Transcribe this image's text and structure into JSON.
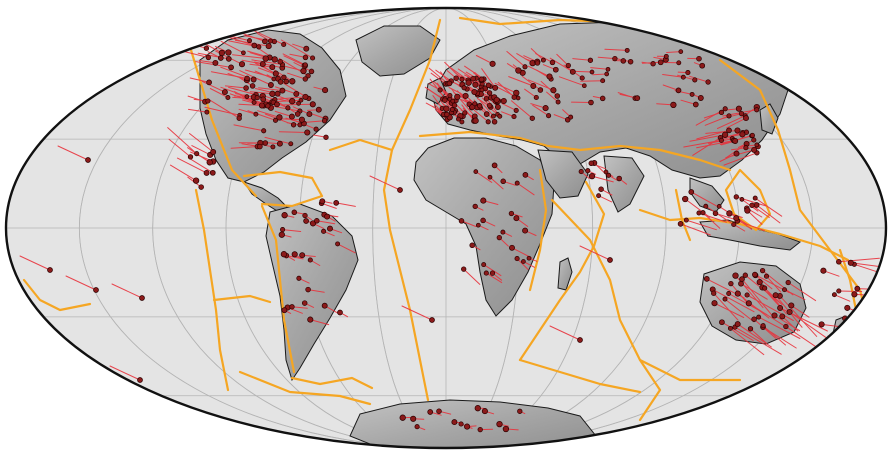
{
  "map": {
    "projection": "mollweide",
    "center_longitude": 0,
    "graticule": true,
    "colors": {
      "ocean": "#e4e4e4",
      "land": "#a9a9a9",
      "land_shade": "#8c8c8c",
      "coast": "#1a1a1a",
      "graticule": "#b5b5b5",
      "plate_boundary": "#f5a623",
      "velocity_vector": "#e8323c",
      "station_fill": "#8b1a1a",
      "station_edge": "#2a0000",
      "frame": "#111111"
    },
    "layers": [
      "shaded-relief-land",
      "graticule",
      "plate-boundaries",
      "gnss-velocity-vectors",
      "gnss-stations"
    ]
  }
}
